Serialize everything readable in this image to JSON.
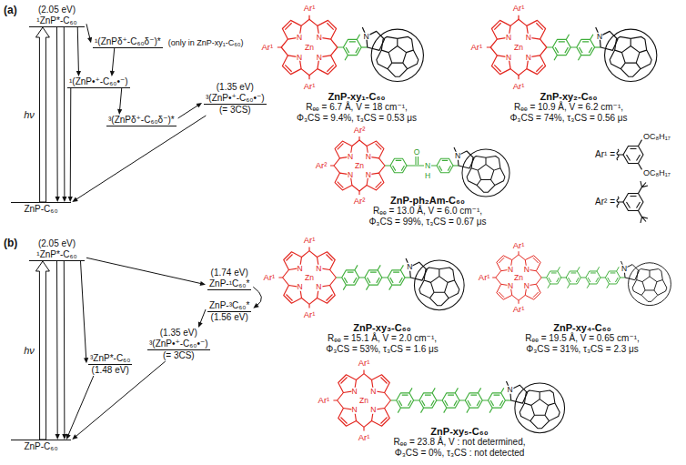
{
  "diagram": {
    "nodes": [
      {
        "text": [
          "(2.05 eV)",
          "¹ZnP*-C₆₀"
        ]
      },
      {
        "text": [
          "¹(ZnPδ⁺-C₆₀δ⁻)*",
          "(only in ZnP-xy₁-C₆₀)"
        ]
      },
      {
        "text": [
          "¹(ZnP•⁺-C₆₀•⁻)"
        ]
      },
      {
        "text": [
          "³(ZnPδ⁺-C₆₀δ⁻)*"
        ]
      },
      {
        "text": [
          "(1.35 eV)",
          "³(ZnP•⁺-C₆₀•⁻)",
          "(= 3CS)"
        ]
      },
      {
        "text": [
          "ZnP-C₆₀"
        ]
      },
      {
        "text": [
          "(2.05 eV)",
          "¹ZnP*-C₆₀"
        ]
      },
      {
        "text": [
          "³ZnP*-C₆₀",
          "(1.48 eV)"
        ]
      },
      {
        "text": [
          "(1.35 eV)",
          "³(ZnP•⁺-C₆₀•⁻)",
          "(= 3CS)"
        ]
      },
      {
        "text": [
          "(1.74 eV)",
          "ZnP-¹C₆₀*"
        ]
      },
      {
        "text": [
          "ZnP-³C₆₀*",
          "(1.56 eV)"
        ]
      },
      {
        "text": [
          "ZnP-C₆₀"
        ]
      }
    ],
    "edges": [
      {
        "from": 5,
        "to": 0,
        "arrow": "to",
        "label": "hν"
      },
      {
        "from": 0,
        "to": 5,
        "arrow": "to"
      },
      {
        "from": 0,
        "to": 5,
        "arrow": "to"
      },
      {
        "from": 0,
        "to": 1,
        "arrow": "to"
      },
      {
        "from": 0,
        "to": 2,
        "arrow": "to"
      },
      {
        "from": 1,
        "to": 2,
        "arrow": "to"
      },
      {
        "from": 2,
        "to": 3,
        "arrow": "to"
      },
      {
        "from": 3,
        "to": 4,
        "arrow": "to"
      },
      {
        "from": 2,
        "to": 5,
        "arrow": "to"
      },
      {
        "from": 4,
        "to": 5,
        "arrow": "to"
      },
      {
        "from": 11,
        "to": 6,
        "arrow": "to",
        "label": "hν"
      },
      {
        "from": 6,
        "to": 11,
        "arrow": "to"
      },
      {
        "from": 6,
        "to": 11,
        "arrow": "to"
      },
      {
        "from": 6,
        "to": 7,
        "arrow": "to"
      },
      {
        "from": 6,
        "to": 9,
        "arrow": "to"
      },
      {
        "from": 9,
        "to": 10,
        "arrow": "to"
      },
      {
        "from": 10,
        "to": 8,
        "arrow": "to"
      },
      {
        "from": 7,
        "to": 11,
        "arrow": "to"
      },
      {
        "from": 8,
        "to": 11,
        "arrow": "to"
      }
    ],
    "labels": [
      "(a)",
      "ZnP-xy₁-C₆₀",
      "Rₑₑ = 6.7 Å, V = 18 cm⁻¹,",
      "Φ₃CS = 9.4%, τ₃CS = 0.53 μs",
      "Ar¹",
      "Ar¹",
      "Ar¹",
      "Zn",
      "N",
      "N",
      "N",
      "N",
      "N",
      "ZnP-xy₂-C₆₀",
      "Rₑₑ = 10.9 Å, V = 6.2 cm⁻¹,",
      "Φ₃CS = 74%, τ₃CS = 0.56 μs",
      "Ar¹",
      "Ar¹",
      "Ar¹",
      "Zn",
      "N",
      "N",
      "N",
      "N",
      "N",
      "ZnP-ph₂Am-C₆₀",
      "Rₑₑ = 13.0 Å, V = 6.0 cm⁻¹,",
      "Φ₃CS = 99%, τ₃CS = 0.67 μs",
      "Ar²",
      "Ar²",
      "Ar²",
      "Zn",
      "N",
      "N",
      "N",
      "N",
      "O",
      "N",
      "H",
      "N",
      "Ar¹ =",
      "OC₈H₁₇",
      "OC₈H₁₇",
      "Ar² =",
      "(b)",
      "ZnP-xy₃-C₆₀",
      "Rₑₑ = 15.1 Å, V = 2.0 cm⁻¹,",
      "Φ₃CS = 53%, τ₃CS = 1.6 μs",
      "Ar¹",
      "Ar¹",
      "Ar¹",
      "Zn",
      "N",
      "N",
      "N",
      "N",
      "N",
      "ZnP-xy₄-C₆₀",
      "Rₑₑ = 19.5 Å, V = 0.65 cm⁻¹,",
      "Φ₃CS = 31%, τ₃CS = 2.3 μs",
      "Ar¹",
      "Ar¹",
      "Ar¹",
      "Zn",
      "N",
      "N",
      "N",
      "N",
      "N",
      "ZnP-xy₅-C₆₀",
      "Rₑₑ = 23.8 Å, V : not determined,",
      "Φ₃CS = 0%, τ₃CS : not detected",
      "Ar¹",
      "Ar¹",
      "Ar¹",
      "Zn",
      "N",
      "N",
      "N",
      "N",
      "N"
    ]
  }
}
